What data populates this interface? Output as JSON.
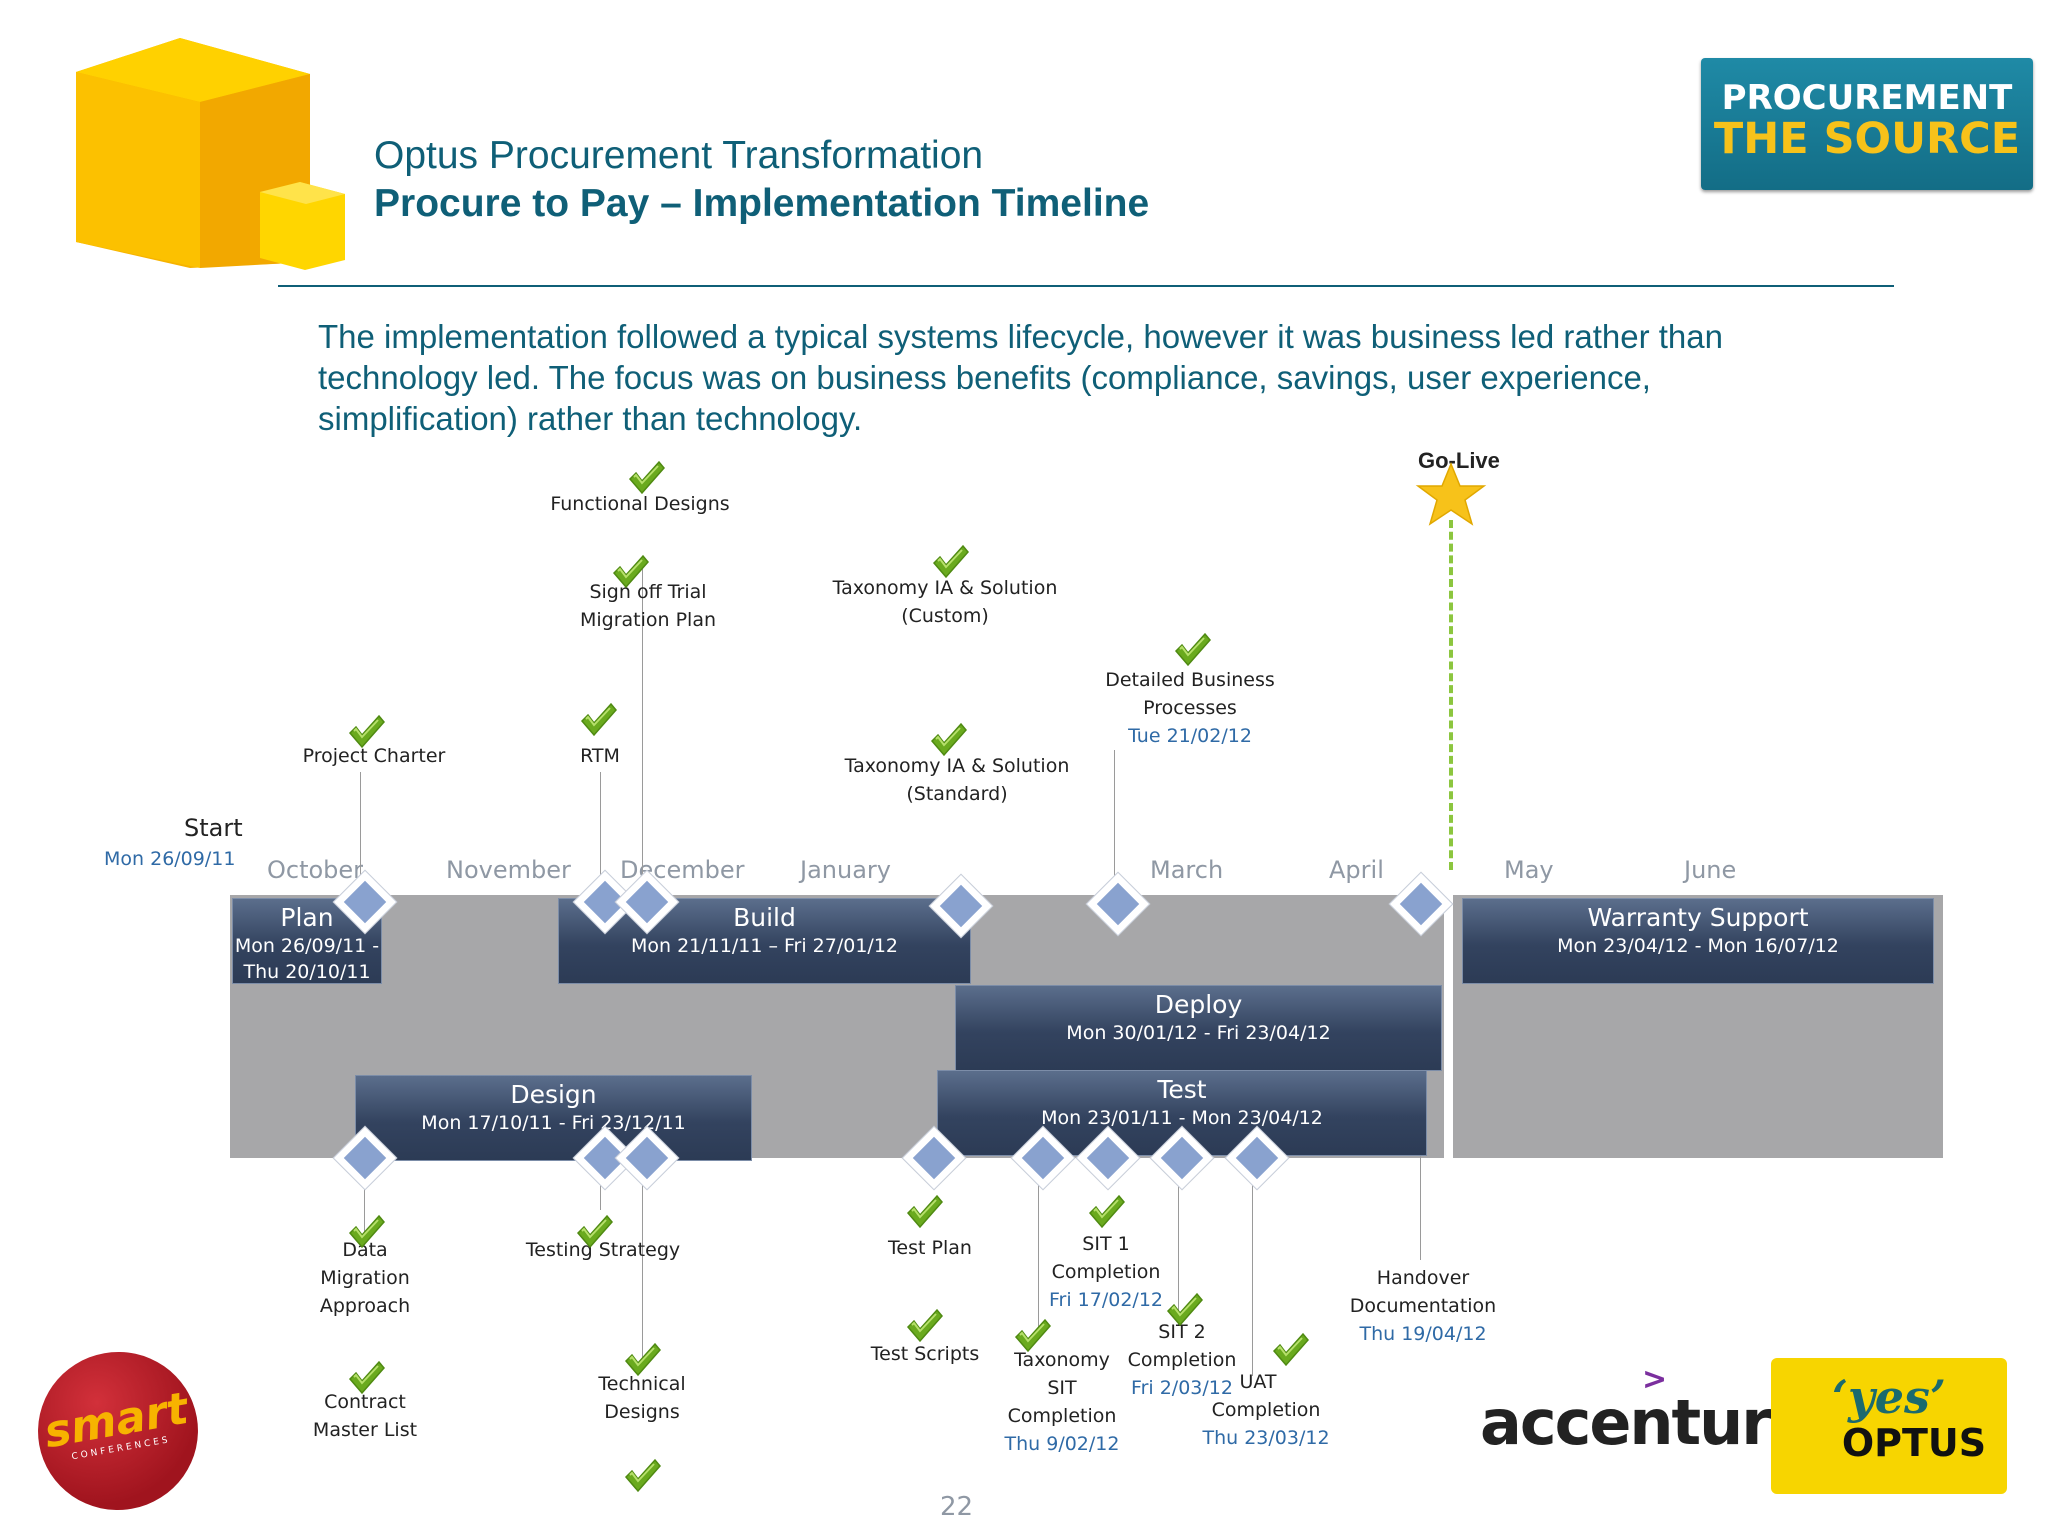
{
  "header": {
    "title_line1": "Optus Procurement Transformation",
    "title_line2": "Procure to Pay – Implementation Timeline",
    "badge_line1": "PROCUREMENT",
    "badge_line2": "THE SOURCE"
  },
  "intro_text": "The implementation followed a typical systems lifecycle, however it was business led rather than technology led. The focus was on business benefits (compliance, savings, user experience, simplification) rather than technology.",
  "start": {
    "label": "Start",
    "date": "Mon 26/09/11"
  },
  "go_live": "Go-Live",
  "months": [
    "October",
    "November",
    "December",
    "January",
    "March",
    "April",
    "May",
    "June"
  ],
  "phases": {
    "plan": {
      "name": "Plan",
      "date1": "Mon 26/09/11 -",
      "date2": "Thu 20/10/11"
    },
    "build": {
      "name": "Build",
      "date": "Mon 21/11/11 – Fri 27/01/12"
    },
    "warranty": {
      "name": "Warranty Support",
      "date": "Mon 23/04/12 - Mon 16/07/12"
    },
    "deploy": {
      "name": "Deploy",
      "date": "Mon 30/01/12 - Fri 23/04/12"
    },
    "design": {
      "name": "Design",
      "date": "Mon 17/10/11 - Fri 23/12/11"
    },
    "test": {
      "name": "Test",
      "date": "Mon 23/01/11 - Mon 23/04/12"
    }
  },
  "milestones_top": {
    "functional_designs": "Functional Designs",
    "signoff_l1": "Sign off Trial",
    "signoff_l2": "Migration Plan",
    "taxonomy_custom_l1": "Taxonomy IA & Solution",
    "taxonomy_custom_l2": "(Custom)",
    "detailed_l1": "Detailed Business",
    "detailed_l2": "Processes",
    "detailed_date": "Tue 21/02/12",
    "project_charter": "Project Charter",
    "rtm": "RTM",
    "taxonomy_standard_l1": "Taxonomy IA & Solution",
    "taxonomy_standard_l2": "(Standard)"
  },
  "milestones_bottom": {
    "data_migration_l1": "Data",
    "data_migration_l2": "Migration",
    "data_migration_l3": "Approach",
    "contract_l1": "Contract",
    "contract_l2": "Master List",
    "testing_strategy": "Testing Strategy",
    "technical_l1": "Technical",
    "technical_l2": "Designs",
    "test_plan": "Test Plan",
    "test_scripts": "Test Scripts",
    "sit1_l1": "SIT 1",
    "sit1_l2": "Completion",
    "sit1_date": "Fri 17/02/12",
    "tax_sit_l1": "Taxonomy",
    "tax_sit_l2": "SIT",
    "tax_sit_l3": "Completion",
    "tax_sit_date": "Thu 9/02/12",
    "sit2_l1": "SIT 2",
    "sit2_l2": "Completion",
    "sit2_date": "Fri 2/03/12",
    "uat_l1": "UAT",
    "uat_l2": "Completion",
    "uat_date": "Thu 23/03/12",
    "handover_l1": "Handover",
    "handover_l2": "Documentation",
    "handover_date": "Thu 19/04/12"
  },
  "logos": {
    "smart": "smart",
    "smart_sub": "CONFERENCES",
    "accenture": "accenture",
    "optus_yes": "‘yes’",
    "optus": "OPTUS"
  },
  "page_number": "22",
  "colors": {
    "accent_teal": "#0f5f77",
    "bar_navy": "#33435f",
    "band_grey": "#a7a7a9",
    "check_green": "#6aaa1e",
    "star_gold": "#f7c21a",
    "go_live_line": "#8cc63f"
  }
}
